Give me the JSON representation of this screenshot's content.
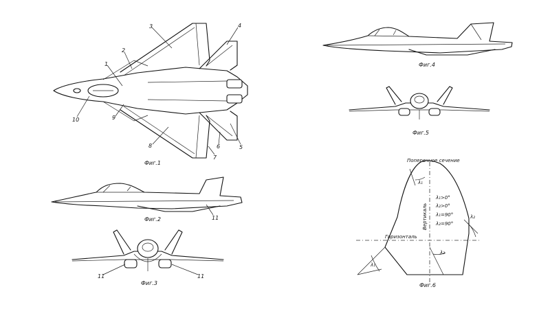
{
  "figures": {
    "fig1": "Фиг.1",
    "fig2": "Фиг.2",
    "fig3": "Фиг.3",
    "fig4": "Фиг.4",
    "fig5": "Фиг.5",
    "fig6": "Фиг.6"
  },
  "callouts": {
    "n1": "1",
    "n2": "2",
    "n3": "3",
    "n4": "4",
    "n5": "5",
    "n6": "6",
    "n7": "7",
    "n8": "8",
    "n9": "9",
    "n10": "10",
    "n11a": "11",
    "n11b": "11",
    "n11c": "11"
  },
  "section": {
    "title": "Поперечное сечение",
    "vertical": "Вертикаль",
    "horizontal": "Горизонталь",
    "eq1": "λ₁>0°",
    "eq2": "λ₂>0°",
    "eq3": "λ₁=90°",
    "eq4": "λ₂=90°",
    "lambda1_top": "λ₁",
    "lambda2_right": "λ₂",
    "lambda1_bottom": "λ₁",
    "lambda2_left": "λ₂"
  }
}
